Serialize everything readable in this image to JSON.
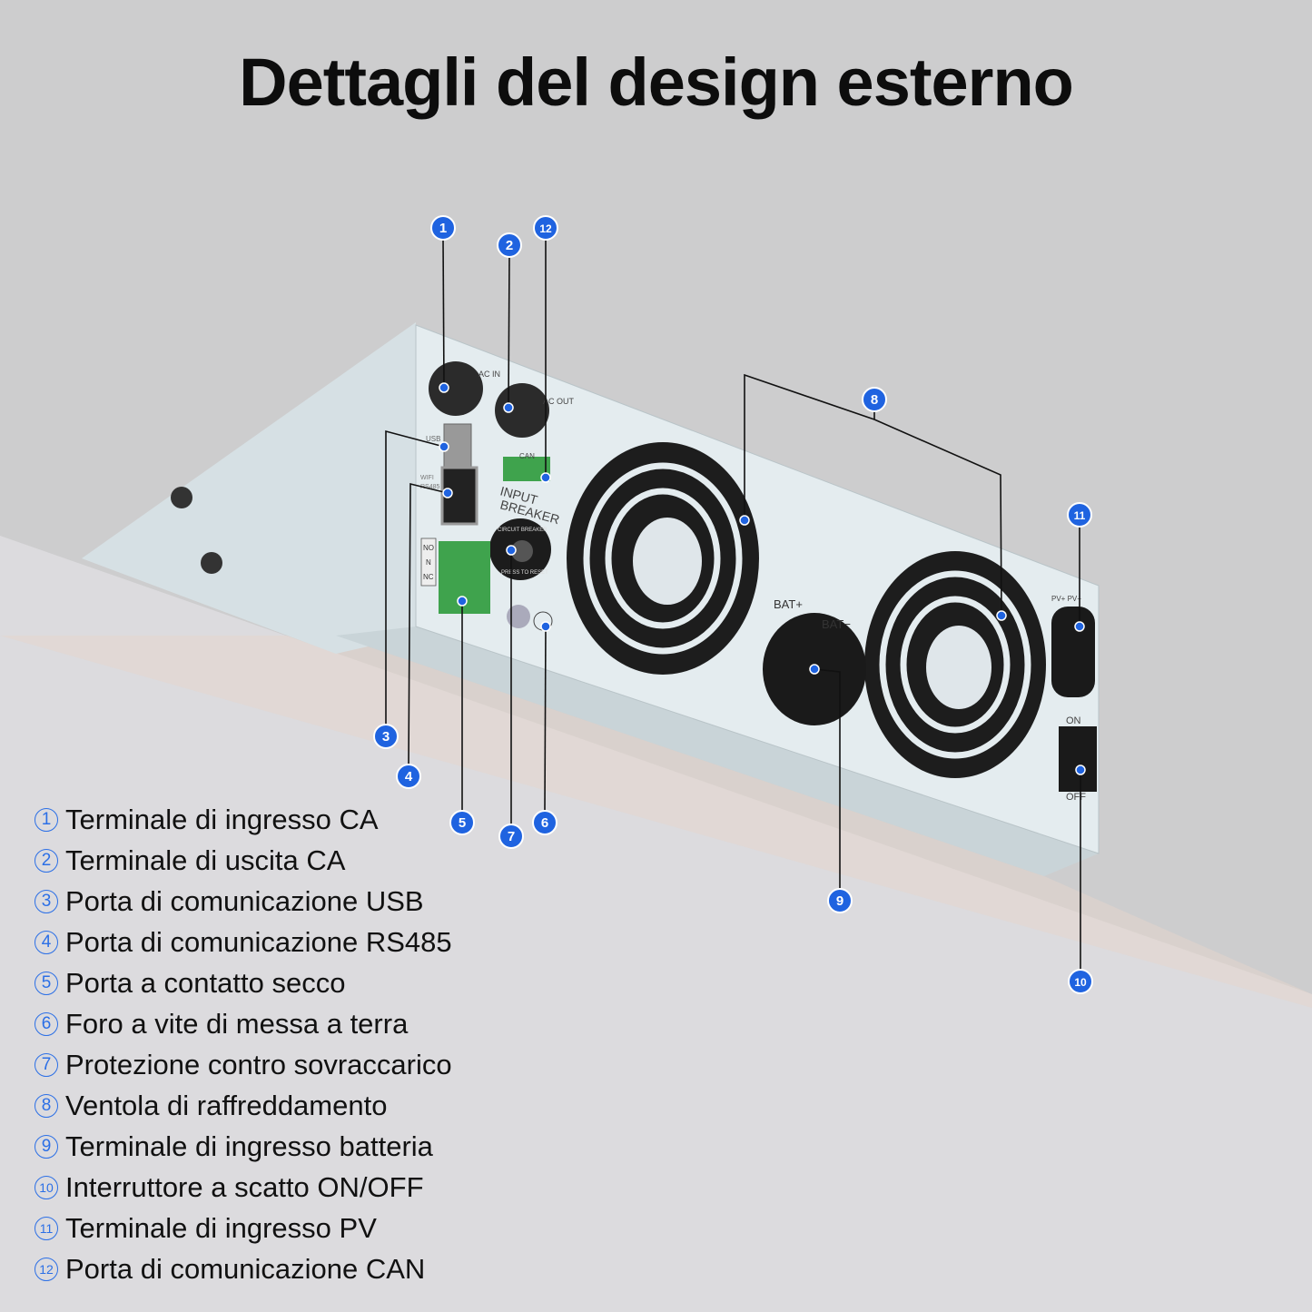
{
  "title": "Dettagli del design esterno",
  "legend": [
    {
      "num": "1",
      "text": "Terminale di ingresso CA"
    },
    {
      "num": "2",
      "text": "Terminale di uscita CA"
    },
    {
      "num": "3",
      "text": "Porta di comunicazione USB"
    },
    {
      "num": "4",
      "text": "Porta di comunicazione RS485"
    },
    {
      "num": "5",
      "text": "Porta a contatto secco"
    },
    {
      "num": "6",
      "text": "Foro a vite di messa a terra"
    },
    {
      "num": "7",
      "text": "Protezione contro sovraccarico"
    },
    {
      "num": "8",
      "text": "Ventola di raffreddamento"
    },
    {
      "num": "9",
      "text": "Terminale di ingresso batteria"
    },
    {
      "num": "10",
      "text": "Interruttore a scatto ON/OFF"
    },
    {
      "num": "11",
      "text": "Terminale di ingresso PV"
    },
    {
      "num": "12",
      "text": "Porta di comunicazione CAN"
    }
  ],
  "device_labels": {
    "ac_in": "AC IN",
    "ac_out": "AC OUT",
    "usb": "USB",
    "wifi": "WIFI",
    "rs485": "RS485",
    "can": "CAN",
    "input": "INPUT",
    "breaker": "BREAKER",
    "circuit_breaker": "CIRCUIT BREAKER",
    "press_reset": "PRESS TO RESET",
    "no": "NO",
    "n": "N",
    "nc": "NC",
    "bat_plus": "BAT+",
    "bat_minus": "BAT−",
    "pv": "PV+ PV−",
    "on": "ON",
    "off": "OFF"
  },
  "colors": {
    "callout": "#1f63e0",
    "accent_green": "#3fa34d"
  }
}
